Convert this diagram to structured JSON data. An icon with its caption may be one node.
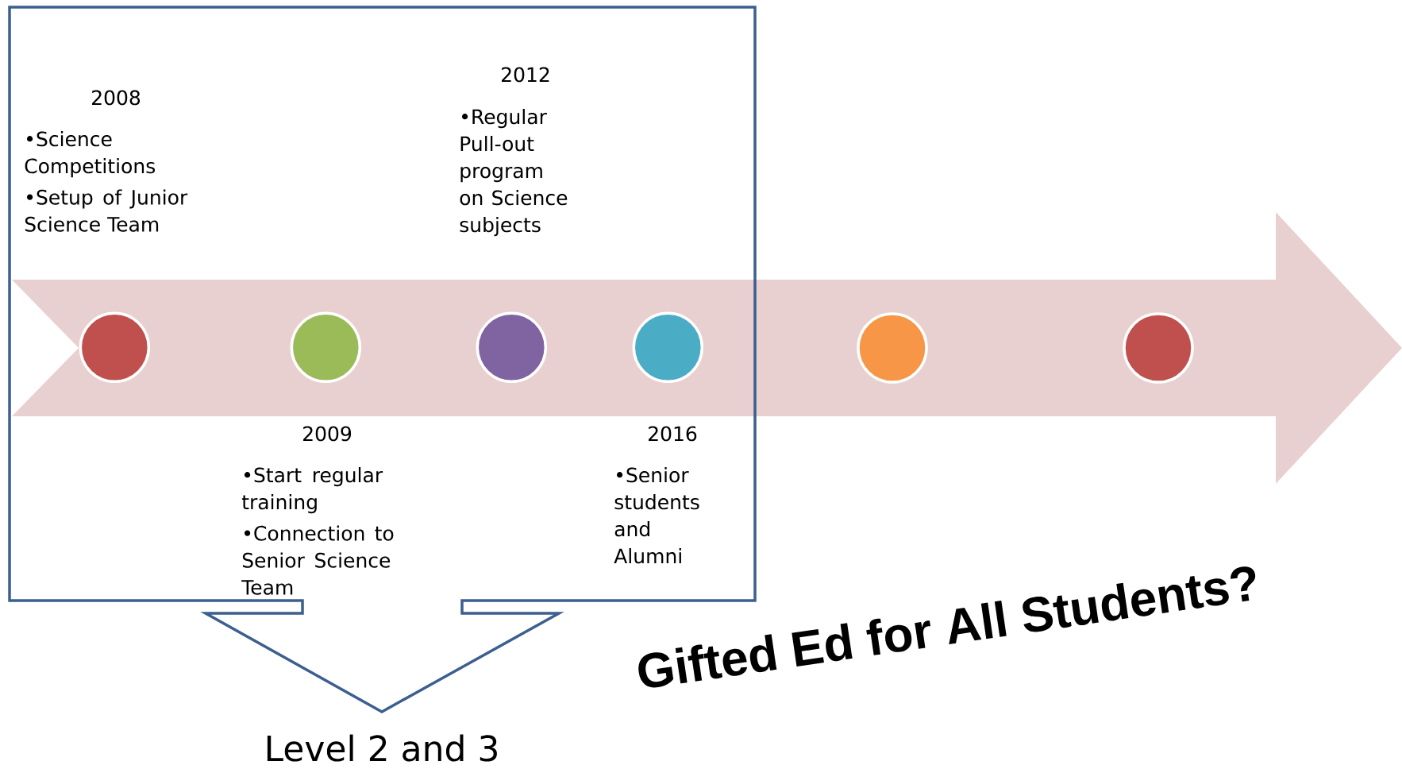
{
  "diagram": {
    "nodes": [
      {
        "text": [
          "Level 2 and 3"
        ]
      },
      {
        "text": [],
        "shape": "circle",
        "in": 0,
        "beside": [
          "2008",
          "•Science Competitions",
          "•Setup of Junior Science Team"
        ]
      },
      {
        "text": [],
        "shape": "circle",
        "in": 0,
        "beside": [
          "2009",
          "•Start regular training",
          "•Connection to Senior Science Team"
        ]
      },
      {
        "text": [],
        "shape": "circle",
        "in": 0,
        "beside": [
          "2012",
          "•Regular Pull-out program on Science subjects"
        ]
      },
      {
        "text": [],
        "shape": "circle",
        "in": 0,
        "beside": [
          "2016",
          "•Senior students and Alumni"
        ]
      },
      {
        "text": [],
        "shape": "circle"
      },
      {
        "text": [],
        "shape": "circle"
      }
    ],
    "labels": [
      "Gifted Ed for All Students?"
    ]
  }
}
